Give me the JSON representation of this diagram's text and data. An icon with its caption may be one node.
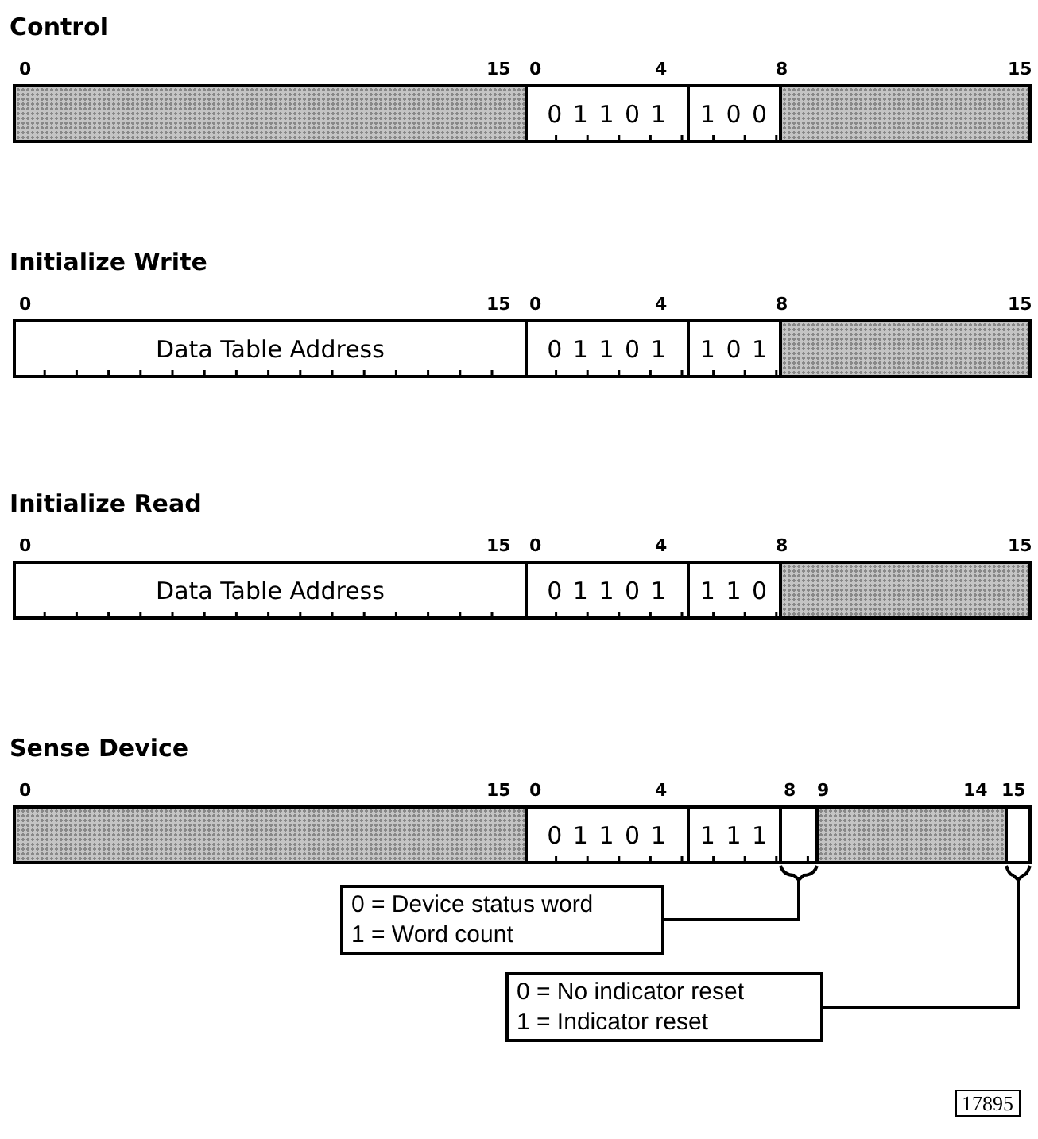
{
  "diagram": {
    "nodes": [
      {
        "text": [],
        "shape": "box"
      },
      {
        "text": [
          "0 1 1 0 1"
        ]
      },
      {
        "text": [
          "1 0 0"
        ]
      },
      {
        "text": [],
        "shape": "box"
      },
      {
        "text": [
          "Data Table Address"
        ]
      },
      {
        "text": [
          "0 1 1 0 1"
        ]
      },
      {
        "text": [
          "1 0 1"
        ]
      },
      {
        "text": [],
        "shape": "box"
      },
      {
        "text": [
          "Data Table Address"
        ]
      },
      {
        "text": [
          "0 1 1 0 1"
        ]
      },
      {
        "text": [
          "1 1 0"
        ]
      },
      {
        "text": [],
        "shape": "box"
      },
      {
        "text": [],
        "shape": "box"
      },
      {
        "text": [
          "0 1 1 0 1"
        ]
      },
      {
        "text": [
          "1 1 1"
        ]
      },
      {
        "text": [],
        "shape": "box"
      },
      {
        "text": [],
        "shape": "box"
      },
      {
        "text": [],
        "shape": "box"
      },
      {
        "text": [
          "0 = Device status word",
          "1 = Word count"
        ]
      },
      {
        "text": [
          "0 = No indicator reset",
          "1 = Indicator reset"
        ]
      }
    ],
    "edges": [
      {
        "from": 18,
        "to": 15,
        "arrow": "none"
      },
      {
        "from": 19,
        "to": 17,
        "arrow": "none"
      }
    ],
    "labels": [
      "Control",
      "0",
      "15",
      "0",
      "4",
      "8",
      "15",
      "Initialize Write",
      "0",
      "15",
      "0",
      "4",
      "8",
      "15",
      "Initialize Read",
      "0",
      "15",
      "0",
      "4",
      "8",
      "15",
      "Sense Device",
      "0",
      "15",
      "0",
      "4",
      "8",
      "9",
      "14",
      "15",
      "17895"
    ]
  }
}
